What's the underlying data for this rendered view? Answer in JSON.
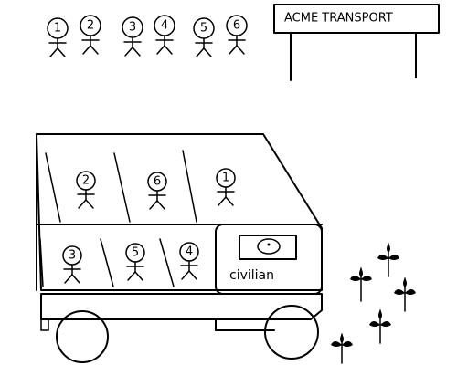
{
  "sign": {
    "label": "ACME TRANSPORT"
  },
  "waiting_people": [
    "1",
    "2",
    "3",
    "4",
    "5",
    "6"
  ],
  "bus_upper_seats": [
    "2",
    "6",
    "1"
  ],
  "bus_lower_seats": [
    "3",
    "5",
    "4"
  ],
  "cab": {
    "label": "civilian"
  },
  "colors": {
    "ink": "#000000",
    "background": "#ffffff"
  }
}
